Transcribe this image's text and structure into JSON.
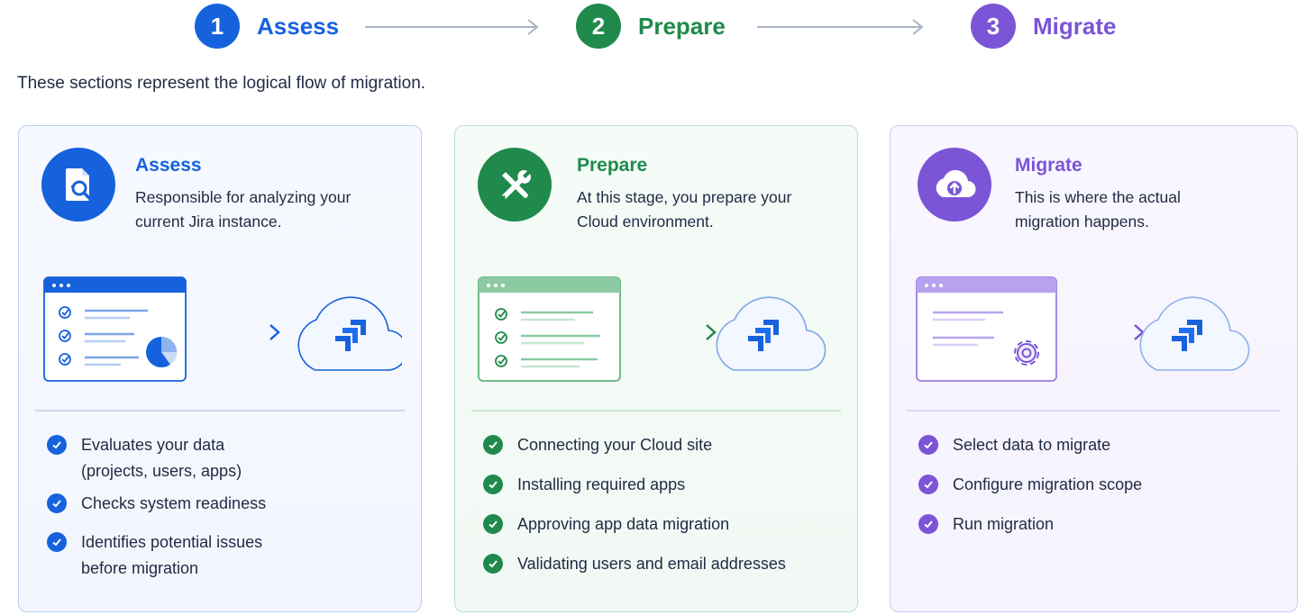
{
  "steps": [
    {
      "num": "1",
      "label": "Assess",
      "color": "#1662dd"
    },
    {
      "num": "2",
      "label": "Prepare",
      "color": "#1f8a4c"
    },
    {
      "num": "3",
      "label": "Migrate",
      "color": "#7b55d6"
    }
  ],
  "intro": "These sections represent the logical flow of migration.",
  "cards": [
    {
      "title": "Assess",
      "description_lines": [
        "Responsible for analyzing your",
        "current Jira instance."
      ],
      "icon": "document-search-icon",
      "items": [
        [
          "Evaluates your data",
          "(projects, users, apps)"
        ],
        [
          "Checks system readiness"
        ],
        [
          "Identifies potential issues",
          "before migration"
        ]
      ],
      "accent": "#1662dd"
    },
    {
      "title": "Prepare",
      "description_lines": [
        "At this stage, you prepare your",
        "Cloud environment."
      ],
      "icon": "tools-icon",
      "items": [
        [
          "Connecting your Cloud site"
        ],
        [
          "Installing required apps"
        ],
        [
          "Approving app data migration"
        ],
        [
          "Validating users and email addresses"
        ]
      ],
      "accent": "#1f8a4c"
    },
    {
      "title": "Migrate",
      "description_lines": [
        "This is where the actual",
        "migration happens."
      ],
      "icon": "cloud-upload-icon",
      "items": [
        [
          "Select data to migrate"
        ],
        [
          "Configure migration scope"
        ],
        [
          "Run migration"
        ]
      ],
      "accent": "#7b55d6"
    }
  ]
}
